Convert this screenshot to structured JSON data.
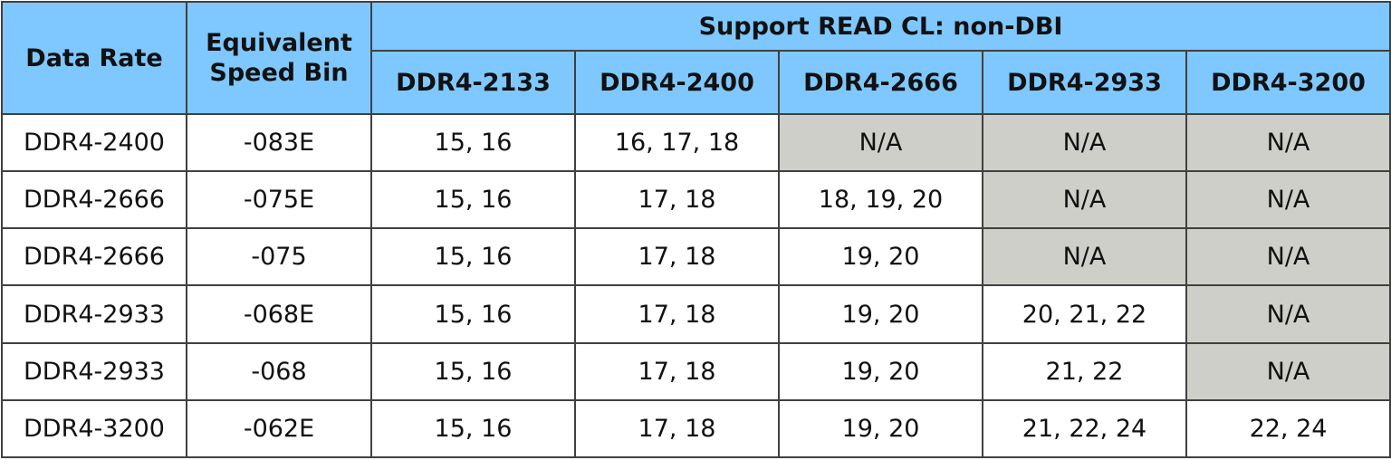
{
  "headers": {
    "data_rate": "Data Rate",
    "speed_bin_line1": "Equivalent",
    "speed_bin_line2": "Speed Bin",
    "group": "Support READ CL: non-DBI",
    "columns": [
      "DDR4-2133",
      "DDR4-2400",
      "DDR4-2666",
      "DDR4-2933",
      "DDR4-3200"
    ]
  },
  "rows": [
    {
      "data_rate": "DDR4-2400",
      "speed_bin": "-083E",
      "cells": [
        "15, 16",
        "16, 17, 18",
        "N/A",
        "N/A",
        "N/A"
      ]
    },
    {
      "data_rate": "DDR4-2666",
      "speed_bin": "-075E",
      "cells": [
        "15, 16",
        "17, 18",
        "18, 19, 20",
        "N/A",
        "N/A"
      ]
    },
    {
      "data_rate": "DDR4-2666",
      "speed_bin": "-075",
      "cells": [
        "15, 16",
        "17, 18",
        "19, 20",
        "N/A",
        "N/A"
      ]
    },
    {
      "data_rate": "DDR4-2933",
      "speed_bin": "-068E",
      "cells": [
        "15, 16",
        "17, 18",
        "19, 20",
        "20, 21, 22",
        "N/A"
      ]
    },
    {
      "data_rate": "DDR4-2933",
      "speed_bin": "-068",
      "cells": [
        "15, 16",
        "17, 18",
        "19, 20",
        "21, 22",
        "N/A"
      ]
    },
    {
      "data_rate": "DDR4-3200",
      "speed_bin": "-062E",
      "cells": [
        "15, 16",
        "17, 18",
        "19, 20",
        "21, 22, 24",
        "22, 24"
      ]
    }
  ],
  "colors": {
    "header_bg": "#7ec8ff",
    "na_bg": "#cfcfca",
    "border": "#404040"
  }
}
